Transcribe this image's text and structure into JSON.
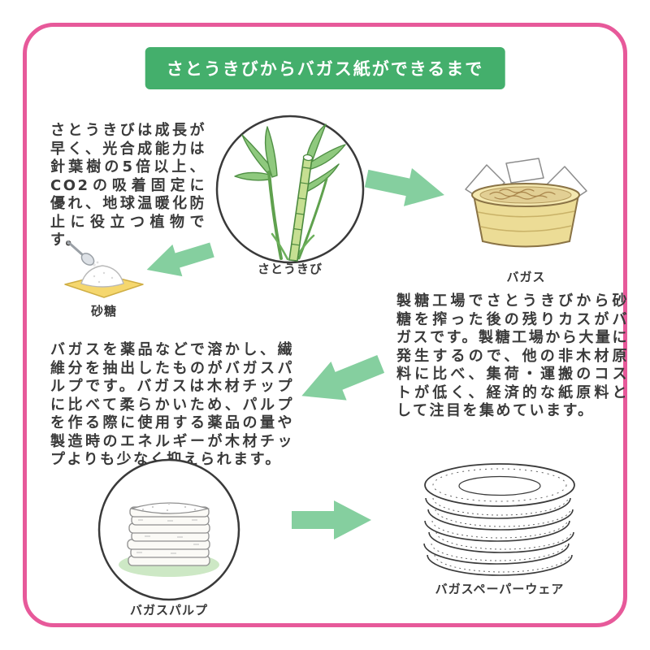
{
  "page": {
    "title": "さとうきびからバガス紙ができるまで"
  },
  "colors": {
    "frame_pink": "#e7599a",
    "header_green": "#44af6c",
    "arrow_green": "#85cf9f"
  },
  "steps": {
    "sugarcane": {
      "label": "さとうきび",
      "description": "さとうきびは成長が早く、光合成能力は針葉樹の5倍以上、CO2の吸着固定に優れ、地球温暖化防止に役立つ植物です。",
      "illustration": "sugarcane-plant-in-circle"
    },
    "bagasse": {
      "label": "バガス",
      "description": "製糖工場でさとうきびから砂糖を搾った後の残りカスがバガスです。製糖工場から大量に発生するので、他の非木材原料に比べ、集荷・運搬のコストが低く、経済的な紙原料として注目を集めています。",
      "illustration": "bagasse-fiber-basket"
    },
    "sugar": {
      "label": "砂糖",
      "illustration": "sugar-pile-spoon-dish"
    },
    "pulp": {
      "label": "バガスパルプ",
      "description": "バガスを薬品などで溶かし、繊維分を抽出したものがバガスパルプです。バガスは木材チップに比べて柔らかいため、パルプを作る際に使用する薬品の量や製造時のエネルギーが木材チップよりも少なく抑えられます。",
      "illustration": "bagasse-pulp-stack-in-circle"
    },
    "paperware": {
      "label": "バガスペーパーウェア",
      "illustration": "paper-plate-stack"
    }
  },
  "flow": [
    "sugarcane→bagasse",
    "sugarcane→sugar",
    "bagasse→pulp",
    "pulp→paperware"
  ]
}
